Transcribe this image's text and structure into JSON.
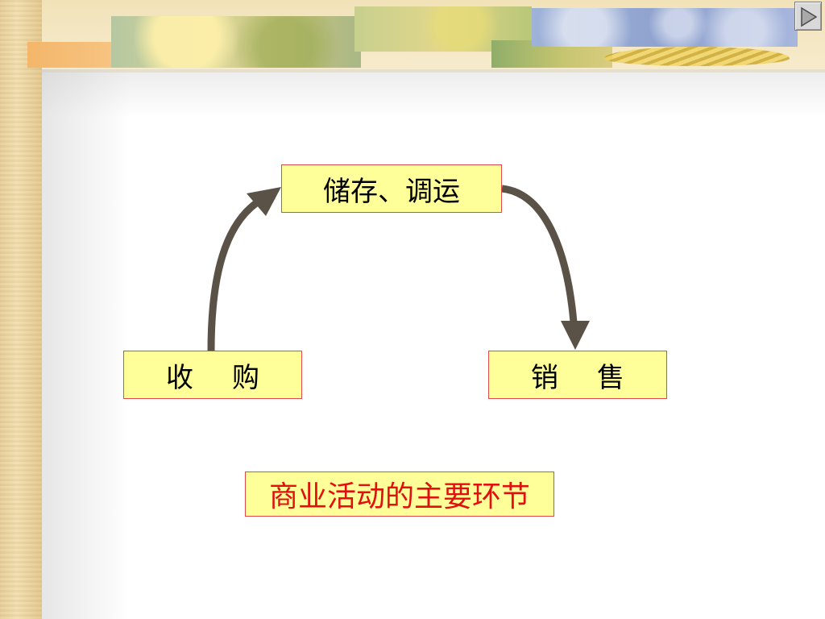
{
  "diagram": {
    "nodes": {
      "storage": "储存、调运",
      "purchase_left": "收",
      "purchase_right": "购",
      "sales_left": "销",
      "sales_right": "售"
    },
    "caption": "商业活动的主要环节",
    "edges": [
      {
        "from": "purchase",
        "to": "storage"
      },
      {
        "from": "storage",
        "to": "sales"
      }
    ],
    "colors": {
      "box_fill": "#ffff99",
      "box_border": "#e24a4a",
      "caption_text": "#e01010",
      "arrow": "#5a5247"
    }
  },
  "navigation": {
    "next_icon": "play-triangle-icon"
  }
}
